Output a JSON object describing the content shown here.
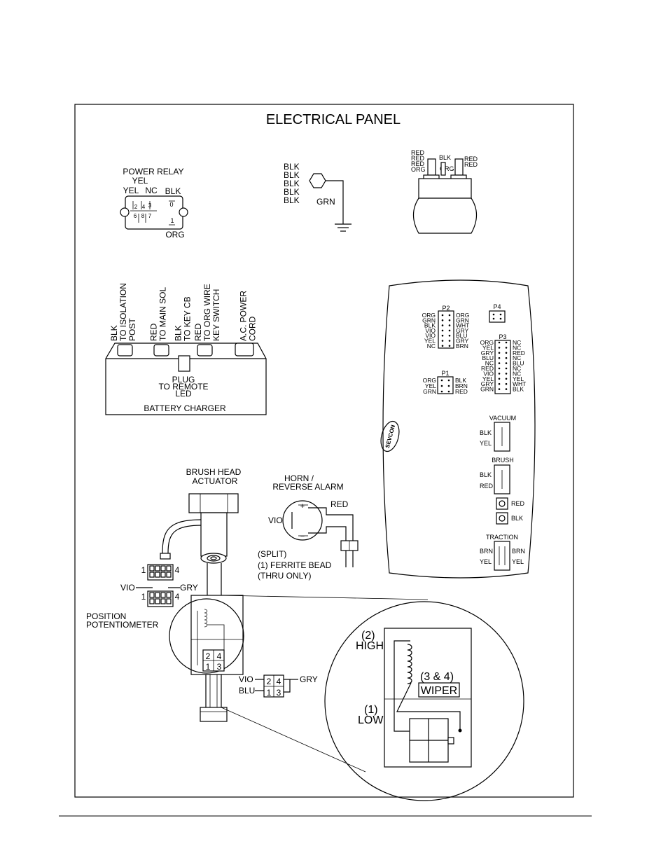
{
  "title": "ELECTRICAL PANEL",
  "power_relay": {
    "title": "POWER RELAY",
    "top_label": "YEL",
    "left_labels": [
      "YEL",
      "NC"
    ],
    "right_top": "BLK",
    "right_bottom": "ORG",
    "pins_top": [
      "2",
      "4",
      "3"
    ],
    "pins_bottom": [
      "6",
      "8",
      "7"
    ],
    "pin_0": "0",
    "pin_1": "1"
  },
  "ground": {
    "wires": [
      "BLK",
      "BLK",
      "BLK",
      "BLK",
      "BLK"
    ],
    "ground_wire": "GRN"
  },
  "solenoid": {
    "left_wires": [
      "RED",
      "RED",
      "RED",
      "ORG"
    ],
    "top_wire": "BLK",
    "mid_wire": "ORG",
    "right_wires": [
      "RED",
      "RED"
    ]
  },
  "battery_charger": {
    "label": "BATTERY CHARGER",
    "plug_label": [
      "PLUG",
      "TO REMOTE",
      "LED"
    ],
    "connections": [
      {
        "lines": [
          "BLK",
          "TO ISOLATION",
          "POST"
        ]
      },
      {
        "lines": [
          "RED",
          "TO MAIN SOL"
        ]
      },
      {
        "lines": [
          "BLK",
          "TO KEY CB"
        ]
      },
      {
        "lines": [
          "RED",
          "TO ORG WIRE",
          "KEY SWITCH"
        ]
      },
      {
        "lines": [
          "A.C. POWER",
          "CORD"
        ]
      }
    ]
  },
  "controller": {
    "logo": "SEVCON",
    "p2": {
      "name": "P2",
      "left": [
        "ORG",
        "GRN",
        "BLK",
        "VIO",
        "VIO",
        "YEL",
        "NC"
      ],
      "right": [
        "ORG",
        "GRN",
        "WHT",
        "GRY",
        "BLU",
        "GRY",
        "BRN"
      ]
    },
    "p4": {
      "name": "P4"
    },
    "p3": {
      "name": "P3",
      "left": [
        "ORG",
        "YEL",
        "GRY",
        "BLU",
        "NC",
        "RED",
        "VIO",
        "YEL",
        "GRY",
        "GRN"
      ],
      "right": [
        "NC",
        "NC",
        "RED",
        "NC",
        "BLU",
        "NC",
        "NC",
        "YEL",
        "WHT",
        "BLK"
      ]
    },
    "p1": {
      "name": "P1",
      "left": [
        "ORG",
        "YEL",
        "GRN"
      ],
      "right": [
        "BLK",
        "BRN",
        "RED"
      ]
    },
    "vacuum": {
      "label": "VACUUM",
      "wires": [
        "BLK",
        "YEL"
      ]
    },
    "brush": {
      "label": "BRUSH",
      "wires": [
        "BLK",
        "RED"
      ]
    },
    "terminals": [
      "RED",
      "BLK"
    ],
    "traction": {
      "label": "TRACTION",
      "left": [
        "BRN",
        "YEL"
      ],
      "right": [
        "BRN",
        "YEL"
      ]
    }
  },
  "actuator": {
    "title": [
      "BRUSH HEAD",
      "ACTUATOR"
    ],
    "connector_pins": [
      "1",
      "4"
    ],
    "vio": "VIO",
    "gry": "GRY",
    "lower_pins": [
      "1",
      "4"
    ],
    "potentiometer": [
      "POSITION",
      "POTENTIOMETER"
    ],
    "pins_top": [
      "2",
      "4"
    ],
    "pins_bottom": [
      "1",
      "3"
    ],
    "side_vio": "VIO",
    "side_blu": "BLU",
    "side_gry": "GRY"
  },
  "horn": {
    "title": [
      "HORN /",
      "REVERSE ALARM"
    ],
    "red": "RED",
    "vio": "VIO",
    "plus": "+",
    "minus": "−",
    "note": [
      "(SPLIT)",
      "(1) FERRITE BEAD",
      "(THRU ONLY)"
    ]
  },
  "detail": {
    "high": [
      "(2)",
      "HIGH"
    ],
    "wiper": [
      "(3 & 4)",
      "WIPER"
    ],
    "low": [
      "(1)",
      "LOW"
    ]
  }
}
